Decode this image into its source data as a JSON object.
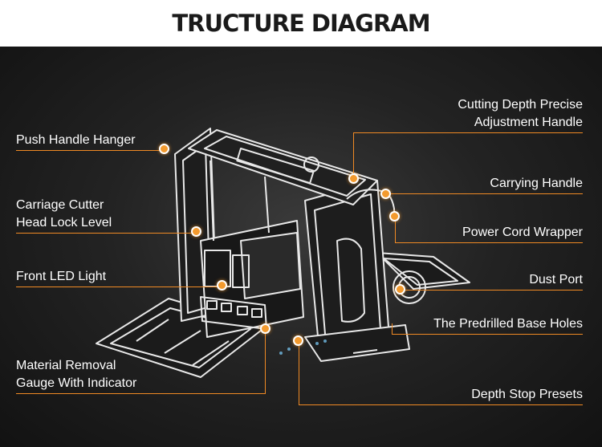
{
  "title": "TRUCTURE DIAGRAM",
  "labels": {
    "push_handle_hanger": "Push Handle Hanger",
    "carriage_lock_1": "Carriage Cutter",
    "carriage_lock_2": "Head Lock Level",
    "front_led_light": "Front LED Light",
    "material_removal_1": "Material Removal",
    "material_removal_2": "Gauge With Indicator",
    "cutting_depth_1": "Cutting Depth Precise",
    "cutting_depth_2": "Adjustment Handle",
    "carrying_handle": "Carrying Handle",
    "power_cord_wrapper": "Power Cord Wrapper",
    "dust_port": "Dust Port",
    "predrilled_base_holes": "The Predrilled Base Holes",
    "depth_stop_presets": "Depth Stop Presets"
  },
  "colors": {
    "accent": "#f08a24",
    "background": "#1e1e1e",
    "text": "#ffffff",
    "header_bg": "#ffffff",
    "title_text": "#1a1a1a"
  }
}
